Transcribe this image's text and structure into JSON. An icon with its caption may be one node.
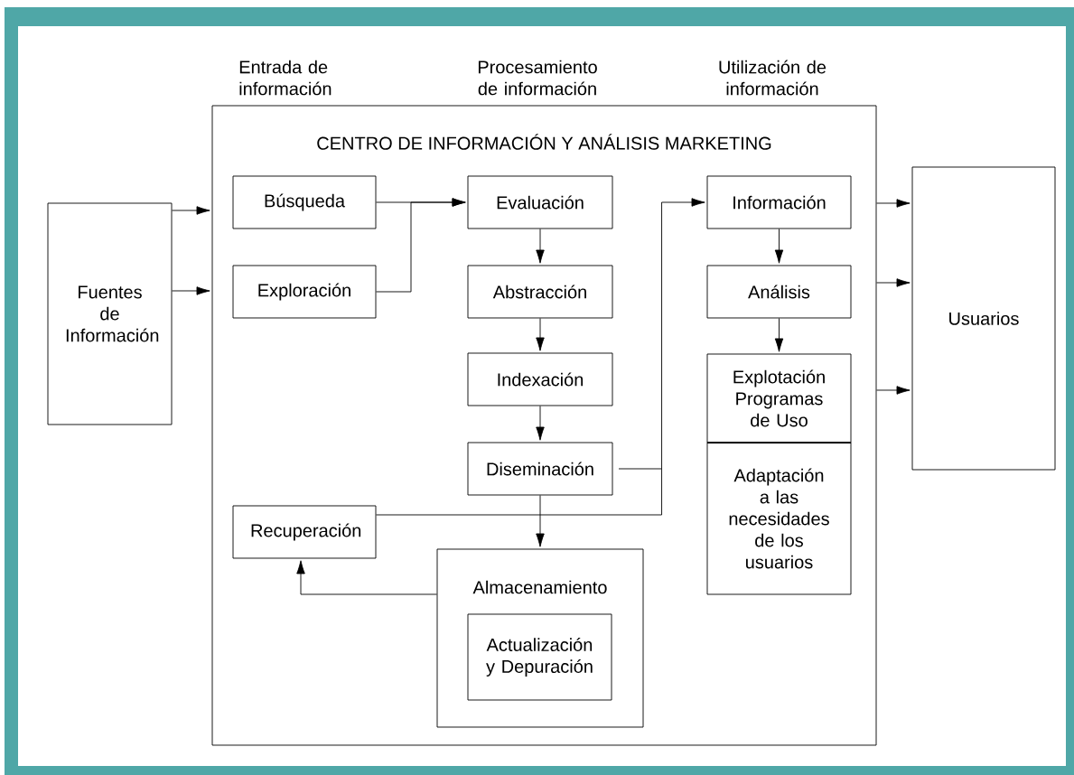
{
  "diagram": {
    "nodes": [
      {
        "text": [
          "Fuentes de Información"
        ]
      },
      {
        "text": [
          "CENTRO DE INFORMACIÓN Y ANÁLISIS MARKETING"
        ]
      },
      {
        "text": [
          "Búsqueda"
        ],
        "in": 1
      },
      {
        "text": [
          "Exploración"
        ],
        "in": 1
      },
      {
        "text": [
          "Evaluación"
        ],
        "in": 1
      },
      {
        "text": [
          "Abstracción"
        ],
        "in": 1
      },
      {
        "text": [
          "Indexación"
        ],
        "in": 1
      },
      {
        "text": [
          "Diseminación"
        ],
        "in": 1
      },
      {
        "text": [
          "Recuperación"
        ],
        "in": 1
      },
      {
        "text": [
          "Almacenamiento"
        ],
        "in": 1
      },
      {
        "text": [
          "Actualización y Depuración"
        ],
        "in": 9
      },
      {
        "text": [
          "Información"
        ],
        "in": 1
      },
      {
        "text": [
          "Análisis"
        ],
        "in": 1
      },
      {
        "text": [
          "Explotación Programas de Uso"
        ],
        "in": 1
      },
      {
        "text": [
          "Adaptación a las necesidades de los usuarios"
        ],
        "in": 1
      },
      {
        "text": [
          "Usuarios"
        ]
      }
    ],
    "edges": [
      {
        "from": 0,
        "to": 1,
        "arrow": "to"
      },
      {
        "from": 0,
        "to": 1,
        "arrow": "to"
      },
      {
        "from": 2,
        "to": 4,
        "arrow": "to"
      },
      {
        "from": 3,
        "to": 4,
        "arrow": "to"
      },
      {
        "from": 4,
        "to": 5,
        "arrow": "to"
      },
      {
        "from": 5,
        "to": 6,
        "arrow": "to"
      },
      {
        "from": 6,
        "to": 7,
        "arrow": "to"
      },
      {
        "from": 7,
        "to": 9,
        "arrow": "to"
      },
      {
        "from": 7,
        "to": 11,
        "arrow": "to"
      },
      {
        "from": 8,
        "to": 11,
        "arrow": "to"
      },
      {
        "from": 9,
        "to": 8,
        "arrow": "to"
      },
      {
        "from": 11,
        "to": 12,
        "arrow": "to"
      },
      {
        "from": 12,
        "to": 13,
        "arrow": "to"
      },
      {
        "from": 1,
        "to": 15,
        "arrow": "to"
      },
      {
        "from": 1,
        "to": 15,
        "arrow": "to"
      },
      {
        "from": 1,
        "to": 15,
        "arrow": "to"
      }
    ],
    "labels": [
      "Entrada de información",
      "Procesamiento de información",
      "Utilización de información"
    ]
  }
}
